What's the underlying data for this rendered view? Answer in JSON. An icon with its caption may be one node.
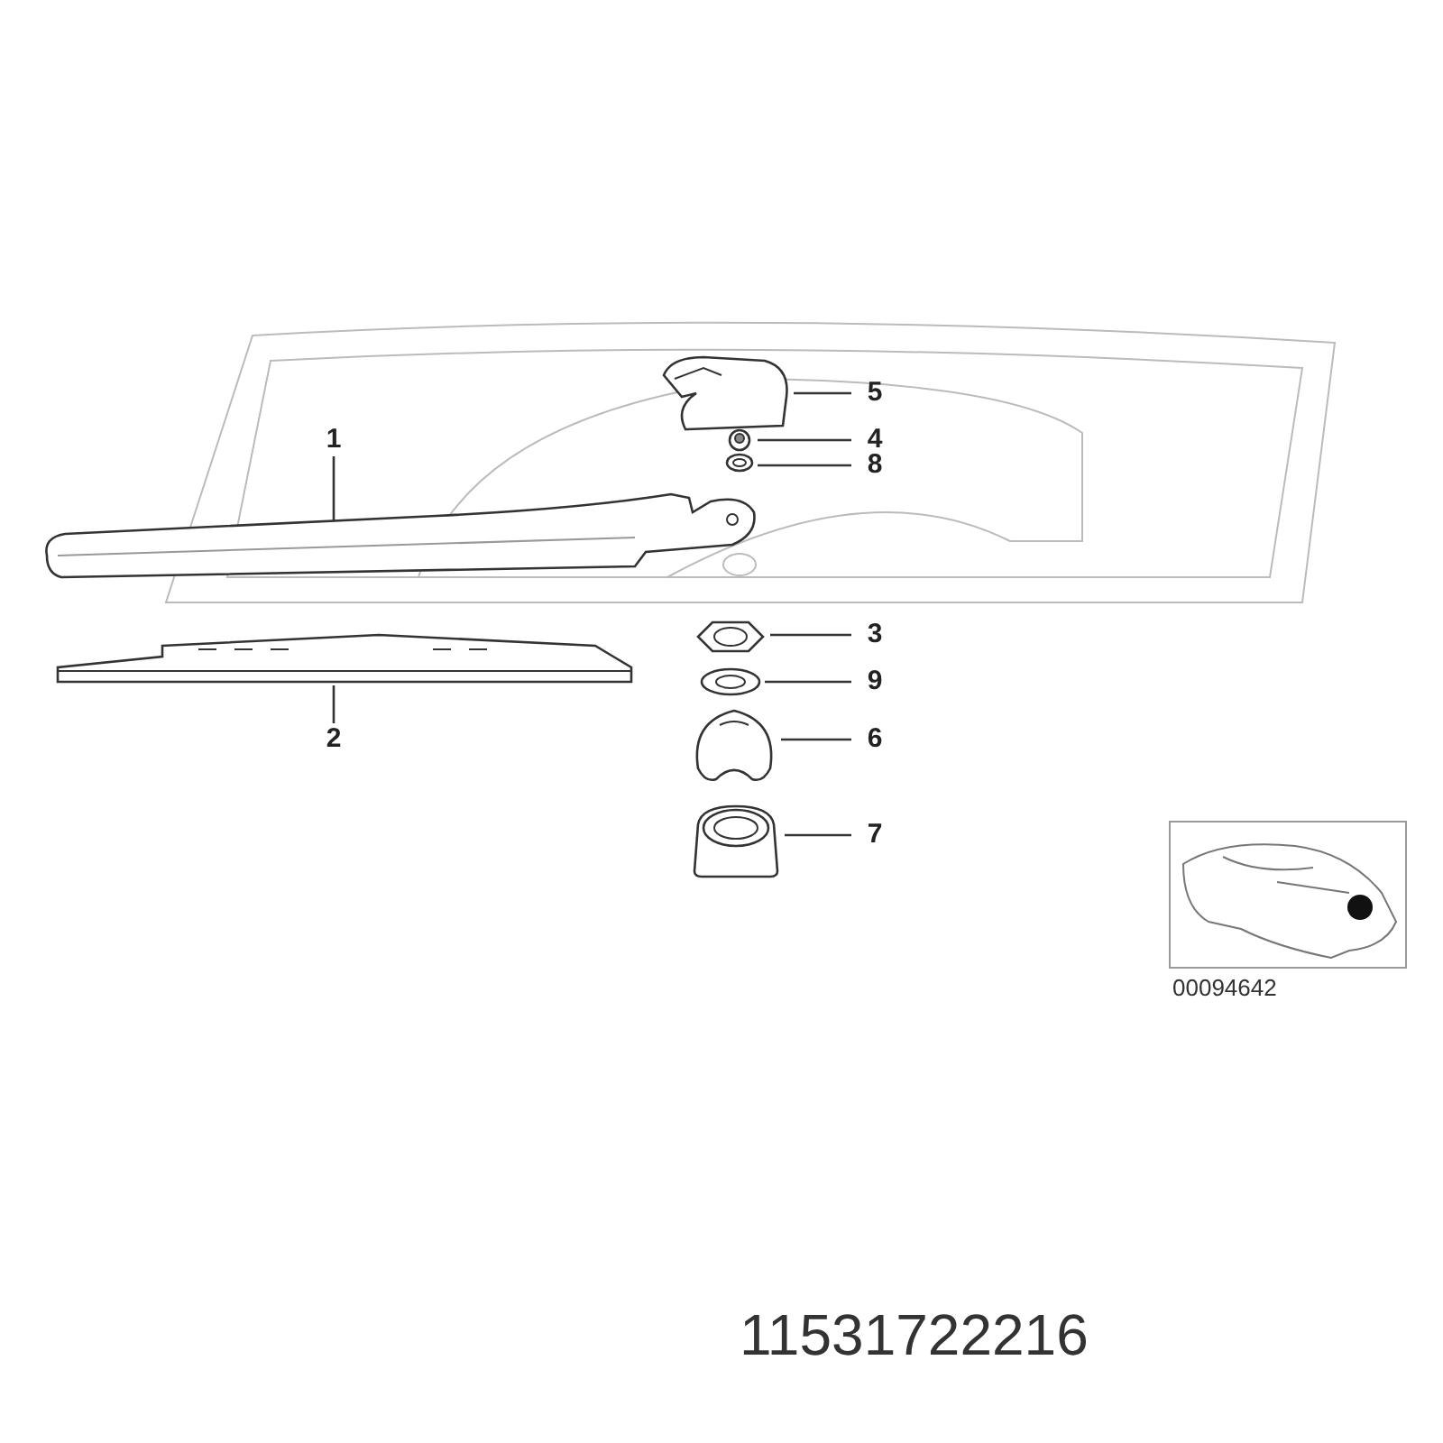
{
  "diagram": {
    "nodes": [
      {
        "text": [
          "5"
        ]
      },
      {
        "text": [
          "4"
        ]
      },
      {
        "text": [
          "1"
        ]
      },
      {
        "text": [
          "8"
        ]
      },
      {
        "text": [
          "3"
        ]
      },
      {
        "text": [
          "9"
        ]
      },
      {
        "text": [
          "2"
        ]
      },
      {
        "text": [
          "6"
        ]
      },
      {
        "text": [
          "7"
        ]
      },
      {
        "text": [],
        "shape": "picture"
      },
      {
        "text": [],
        "shape": "picture"
      },
      {
        "text": [],
        "shape": "picture"
      },
      {
        "text": [],
        "shape": "picture"
      },
      {
        "text": [],
        "shape": "picture"
      },
      {
        "text": [],
        "shape": "picture"
      },
      {
        "text": [],
        "shape": "picture"
      },
      {
        "text": [],
        "shape": "picture"
      },
      {
        "text": [],
        "shape": "picture"
      }
    ],
    "edges": [
      {
        "from": 0,
        "to": 9,
        "arrow": "none"
      },
      {
        "from": 1,
        "to": 10,
        "arrow": "none"
      },
      {
        "from": 2,
        "to": 11,
        "arrow": "none"
      },
      {
        "from": 3,
        "to": 12,
        "arrow": "none"
      },
      {
        "from": 4,
        "to": 13,
        "arrow": "none"
      },
      {
        "from": 5,
        "to": 14,
        "arrow": "none"
      },
      {
        "from": 6,
        "to": 15,
        "arrow": "none"
      },
      {
        "from": 7,
        "to": 16,
        "arrow": "none"
      },
      {
        "from": 8,
        "to": 17,
        "arrow": "none"
      }
    ],
    "labels": [
      "00094642",
      "11531722216"
    ]
  }
}
